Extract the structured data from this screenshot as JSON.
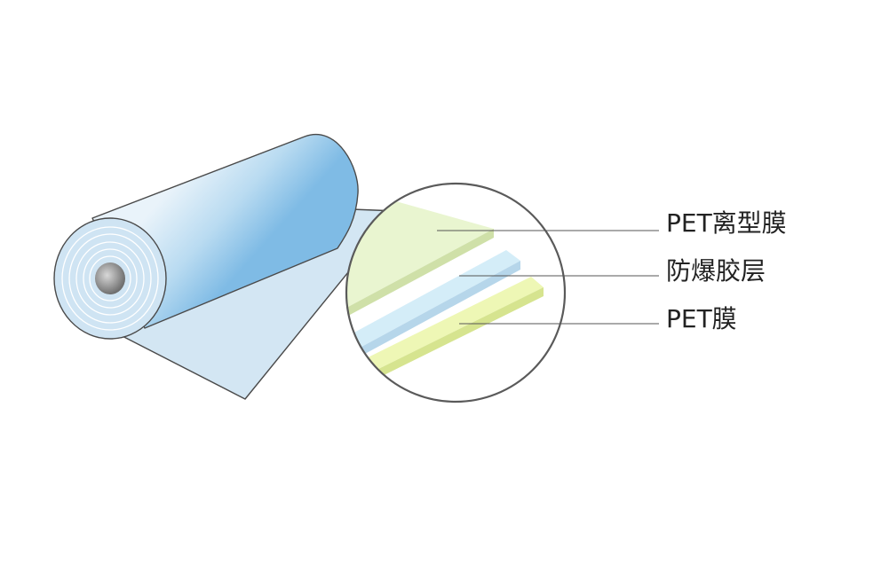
{
  "layers": [
    {
      "id": "release",
      "label": "PET离型膜",
      "color": "#e8f5cd"
    },
    {
      "id": "glue",
      "label": "防爆胶层",
      "color": "#d2ecf7"
    },
    {
      "id": "pet",
      "label": "PET膜",
      "color": "#eef7b5"
    }
  ],
  "colors": {
    "roll_light": "#e6f1f9",
    "roll_dark": "#86bfe6",
    "sheet": "#cfe3f2",
    "outline": "#4a4a4a",
    "leader": "#555555"
  }
}
